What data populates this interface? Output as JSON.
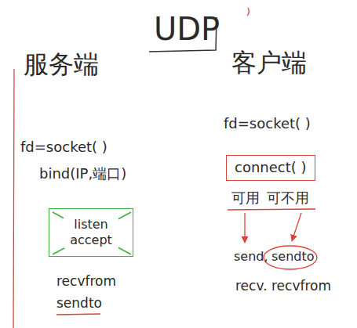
{
  "diagram": {
    "title": "UDP",
    "nodes": [
      {
        "text": [
          "listen accept"
        ]
      },
      {
        "text": [
          "connect( )"
        ]
      }
    ],
    "labels": [
      "服务端",
      "fd=socket( )",
      "bind(IP,端口)",
      "recvfrom",
      "sendto",
      "客户端",
      "fd=socket( )",
      "可用",
      "可不用",
      "send,",
      "sendto",
      "recv. recvfrom"
    ]
  }
}
